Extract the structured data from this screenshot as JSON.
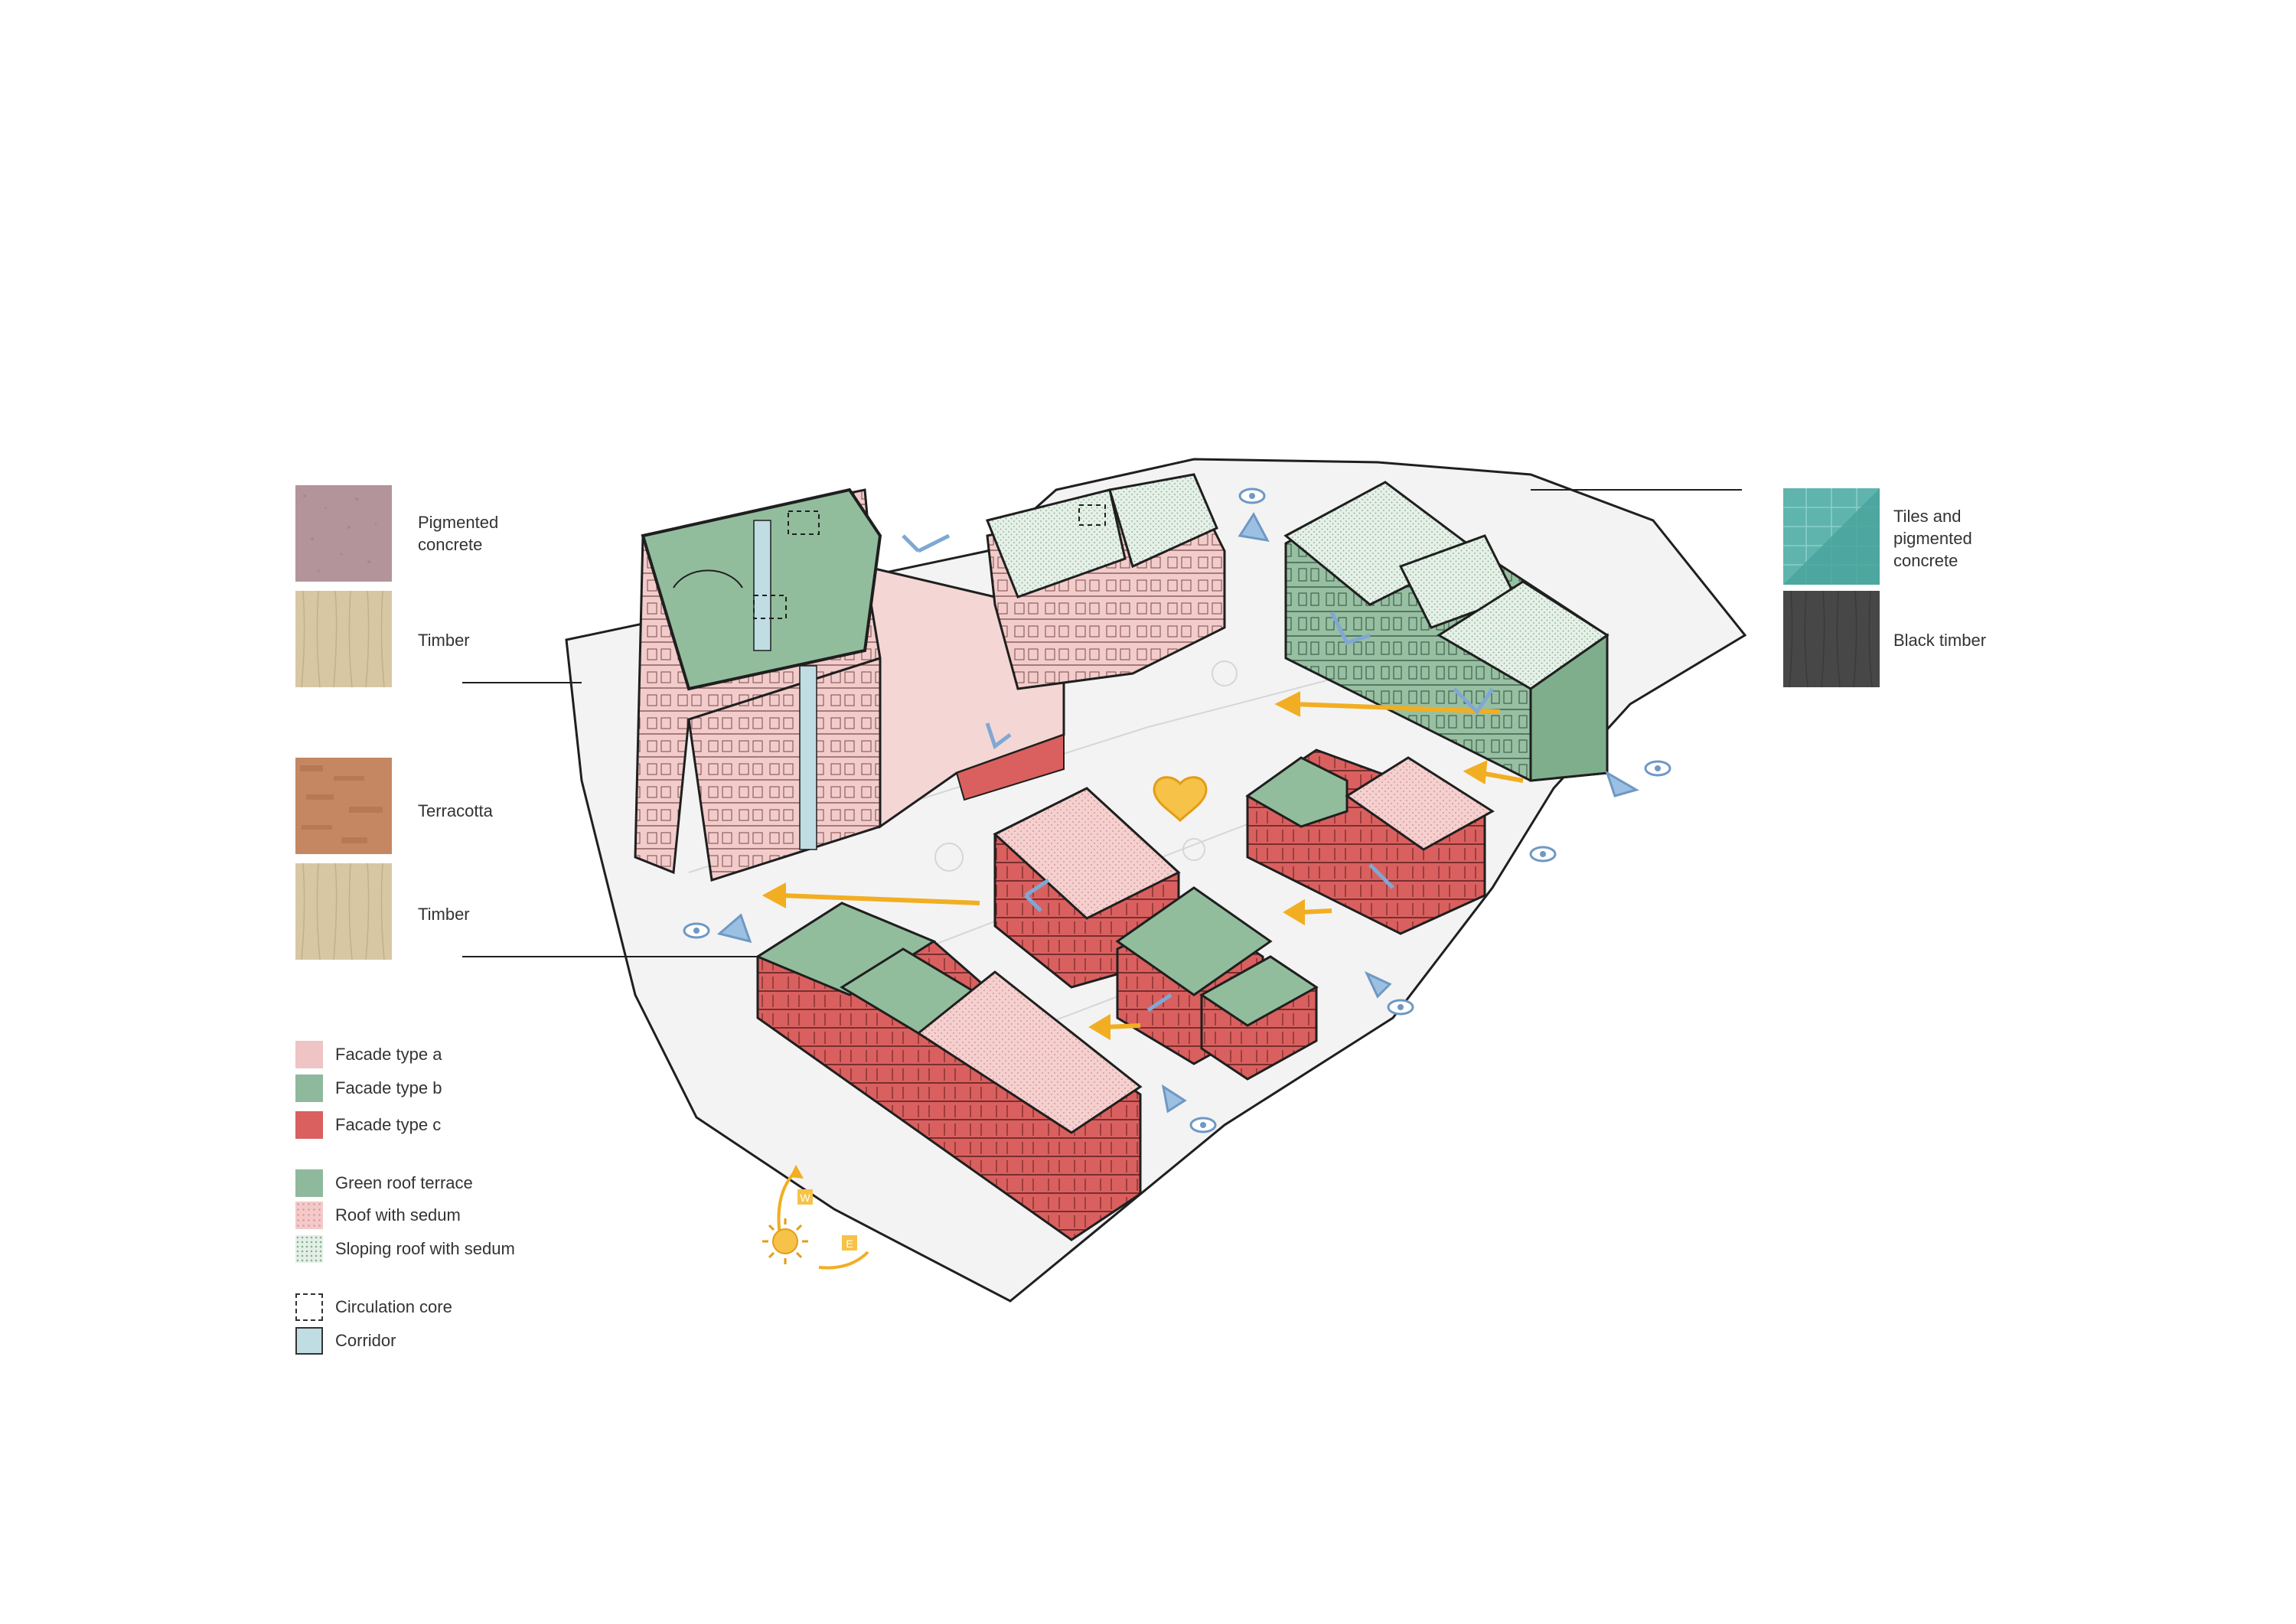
{
  "materials_left": [
    {
      "label": "Pigmented\nconcrete",
      "color": "#b3949a",
      "texture": "speckle"
    },
    {
      "label": "Timber",
      "color": "#d8c7a3",
      "texture": "wood"
    },
    {
      "label": "Terracotta",
      "color": "#c58662",
      "texture": "speckle"
    },
    {
      "label": "Timber",
      "color": "#d8c7a3",
      "texture": "wood"
    }
  ],
  "materials_right": [
    {
      "label": "Tiles and\npigmented\nconcrete",
      "color": "#5fb5ad",
      "texture": "tiles"
    },
    {
      "label": "Black timber",
      "color": "#474747",
      "texture": "wood"
    }
  ],
  "legend": {
    "facade": [
      {
        "label": "Facade type a",
        "color": "#efc4c4"
      },
      {
        "label": "Facade type b",
        "color": "#8fb99c"
      },
      {
        "label": "Facade type c",
        "color": "#d9605f"
      }
    ],
    "roof": [
      {
        "label": "Green roof terrace",
        "color": "#8fb99c"
      },
      {
        "label": "Roof with sedum",
        "color": "#f3c9c9"
      },
      {
        "label": "Sloping roof with sedum",
        "color": "#e4efe7"
      }
    ],
    "circulation": [
      {
        "label": "Circulation core",
        "style": "dashed"
      },
      {
        "label": "Corridor",
        "color": "#bfdde3"
      }
    ]
  },
  "compass": {
    "west": "W",
    "east": "E"
  },
  "colors": {
    "facade_a": "#f2cccb",
    "facade_b": "#97bfa2",
    "facade_c": "#d9605f",
    "roof_green": "#92bd9d",
    "roof_sedum": "#f4d0cf",
    "roof_sloping": "#e6f0e8",
    "corridor": "#bfdde3",
    "site": "#f2f2f2",
    "flow_arrow": "#f2ae22",
    "view_marker": "#7fa8d4",
    "outline": "#1f1f1f"
  }
}
